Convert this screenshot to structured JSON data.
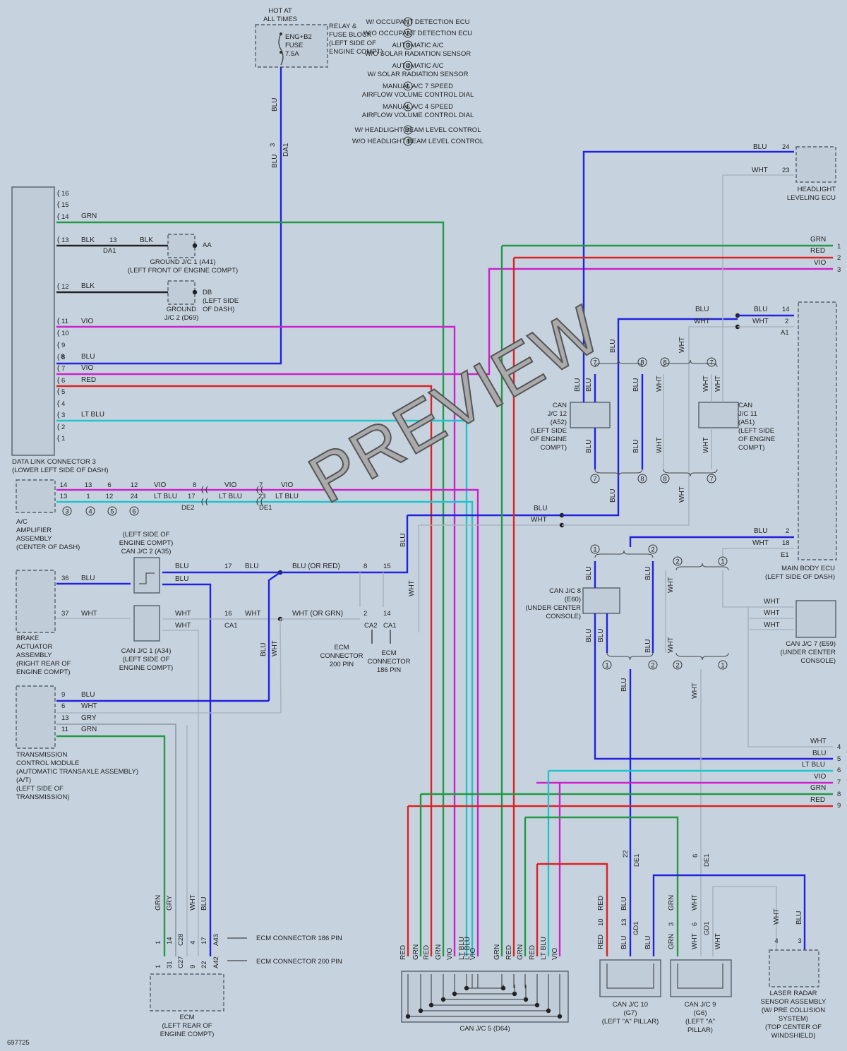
{
  "diagram_id": "697725",
  "watermark": "PREVIEW",
  "colors": {
    "BLU": "#2222dd",
    "WHT": "#a9b4bf",
    "GRN": "#229944",
    "RED": "#dd2222",
    "VIO": "#cc22cc",
    "LT BLU": "#22c4cc",
    "BLK": "#222222",
    "GRY": "#8a98a6",
    "box_fill": "#c0ccd8",
    "box_stroke": "#55606b"
  },
  "option_legend": [
    {
      "n": "1",
      "text": "W/ OCCUPANT DETECTION ECU"
    },
    {
      "n": "2",
      "text": "W/O OCCUPANT DETECTION ECU"
    },
    {
      "n": "3",
      "text": "AUTOMATIC A/C\nW/O SOLAR RADIATION SENSOR"
    },
    {
      "n": "4",
      "text": "AUTOMATIC A/C\nW/ SOLAR RADIATION SENSOR"
    },
    {
      "n": "5",
      "text": "MANUAL A/C 7 SPEED\nAIRFLOW VOLUME CONTROL DIAL"
    },
    {
      "n": "6",
      "text": "MANUAL A/C 4 SPEED\nAIRFLOW VOLUME CONTROL DIAL"
    },
    {
      "n": "7",
      "text": "W/ HEADLIGHT BEAM LEVEL CONTROL"
    },
    {
      "n": "8",
      "text": "W/O HEADLIGHT BEAM LEVEL CONTROL"
    }
  ],
  "labels": {
    "hot": "HOT AT\nALL TIMES",
    "fuse": "ENG+B2\nFUSE\n7.5A",
    "relay": "RELAY &\nFUSE BLOCK\n(LEFT SIDE OF\nENGINE COMPT)",
    "dlc3": "DATA LINK CONNECTOR 3\n(LOWER LEFT SIDE OF DASH)",
    "gnd_jc1": "GROUND J/C 1 (A41)\n(LEFT FRONT OF ENGINE COMPT)",
    "gnd_jc2": "GROUND\nJ/C 2 (D69)",
    "gnd_jc2_loc": "(LEFT SIDE\nOF DASH)",
    "aa": "AA",
    "db": "DB",
    "ac_amp": "A/C\nAMPLIFIER\nASSEMBLY\n(CENTER OF DASH)",
    "brake": "BRAKE\nACTUATOR\nASSEMBLY\n(RIGHT REAR OF\nENGINE COMPT)",
    "tcm": "TRANSMISSION\nCONTROL MODULE\n(AUTOMATIC TRANSAXLE ASSEMBLY)\n(A/T)\n(LEFT SIDE OF\nTRANSMISSION)",
    "ecm": "ECM\n(LEFT REAR OF\nENGINE COMPT)",
    "can_jc2": "(LEFT SIDE OF\nENGINE COMPT)\nCAN J/C 2 (A35)",
    "can_jc1": "CAN J/C 1 (A34)\n(LEFT SIDE OF\nENGINE COMPT)",
    "can_jc12": "CAN\nJ/C 12\n(A52)\n(LEFT SIDE\nOF ENGINE\nCOMPT)",
    "can_jc11": "CAN\nJ/C 11\n(A51)\n(LEFT SIDE\nOF ENGINE\nCOMPT)",
    "can_jc8": "CAN J/C 8\n(E60)\n(UNDER CENTER\nCONSOLE)",
    "can_jc7": "CAN J/C 7 (E59)\n(UNDER CENTER\nCONSOLE)",
    "can_jc5": "CAN J/C 5 (D64)",
    "can_jc10": "CAN J/C 10\n(G7)\n(LEFT \"A\" PILLAR)",
    "can_jc9": "CAN J/C 9\n(G6)\n(LEFT \"A\"\nPILLAR)",
    "laser": "LASER RADAR\nSENSOR ASSEMBLY\n(W/ PRE COLLISION\nSYSTEM)\n(TOP CENTER OF\nWINDSHIELD)",
    "headlight_ecu": "HEADLIGHT\nLEVELING ECU",
    "main_body": "MAIN BODY ECU\n(LEFT SIDE OF DASH)",
    "ecm186": "ECM\nCONNECTOR\n186 PIN",
    "ecm200": "ECM\nCONNECTOR\n200 PIN",
    "ecm_conn_186": "ECM CONNECTOR 186 PIN",
    "ecm_conn_200": "ECM CONNECTOR 200 PIN",
    "blu_or_red": "BLU (OR RED)",
    "wht_or_grn": "WHT (OR GRN)",
    "a1": "A1",
    "e1": "E1"
  }
}
